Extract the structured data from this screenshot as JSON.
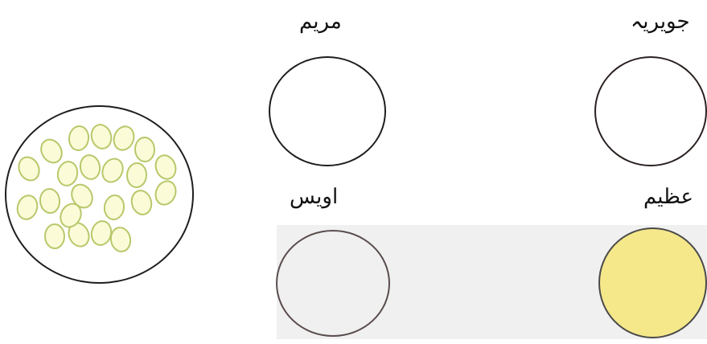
{
  "labels": {
    "maryam": "مریم",
    "juwairiya": "جویریہ",
    "awais": "اویس",
    "azeem": "عظیم"
  },
  "colors": {
    "item_fill": "#fbfbd8",
    "item_stroke": "#b8c86a",
    "azeem_fill": "#f5e88a",
    "band": "#f0f0f0"
  },
  "plate": {
    "item_count": 22
  }
}
